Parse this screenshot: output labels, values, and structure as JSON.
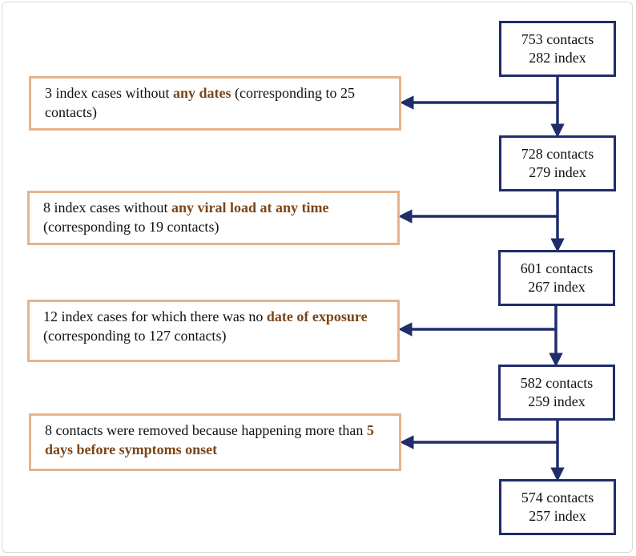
{
  "colors": {
    "count_border": "#1f2d6b",
    "exclusion_border": "#e6b38c",
    "arrow": "#1f2d6b",
    "highlight_text": "#7b4518"
  },
  "steps": [
    {
      "contacts": "753 contacts",
      "index": "282 index"
    },
    {
      "contacts": "728 contacts",
      "index": "279 index"
    },
    {
      "contacts": "601 contacts",
      "index": "267 index"
    },
    {
      "contacts": "582 contacts",
      "index": "259 index"
    },
    {
      "contacts": "574 contacts",
      "index": "257 index"
    }
  ],
  "exclusions": [
    {
      "pre": "3 index cases without ",
      "highlight": "any dates",
      "post": " (corresponding to 25 contacts)"
    },
    {
      "pre": "8 index cases without ",
      "highlight": "any viral load at any time",
      "post": " (corresponding to 19 contacts)"
    },
    {
      "pre": "12 index cases for which there was no ",
      "highlight": "date of exposure",
      "post": " (corresponding to 127 contacts)"
    },
    {
      "pre": "8 contacts were removed because happening more than ",
      "highlight": "5 days before symptoms onset",
      "post": ""
    }
  ]
}
